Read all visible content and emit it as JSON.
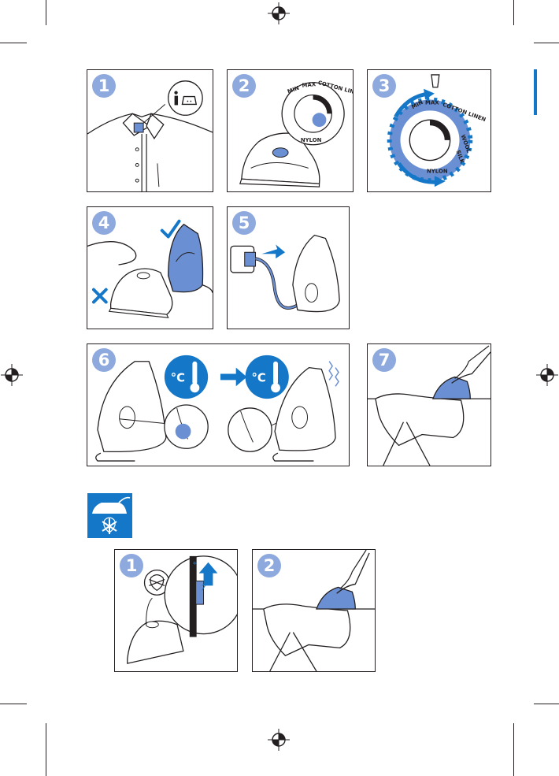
{
  "colors": {
    "accent": "#1577c7",
    "badge": "#8ea9dd",
    "iron_blue": "#6a8fd3",
    "outline": "#231f20"
  },
  "steps": [
    {
      "number": "1",
      "image": "shirt-care-label"
    },
    {
      "number": "2",
      "image": "iron-temperature-dial"
    },
    {
      "number": "3",
      "image": "dial-rotation-range"
    },
    {
      "number": "4",
      "image": "iron-upright-position"
    },
    {
      "number": "5",
      "image": "plug-into-socket"
    },
    {
      "number": "6",
      "image": "heating-light-thermometer"
    },
    {
      "number": "7",
      "image": "ironing-on-board"
    }
  ],
  "dial": {
    "labels": [
      "MIN",
      "MAX",
      "COTTON LINEN",
      "WOOL",
      "SILK",
      "NYLON"
    ]
  },
  "thermometer_label": "°C",
  "steam_section": {
    "icon": "steam-iron-icon",
    "steps": [
      {
        "number": "1",
        "image": "steam-slider-up"
      },
      {
        "number": "2",
        "image": "steam-ironing-on-board"
      }
    ]
  }
}
